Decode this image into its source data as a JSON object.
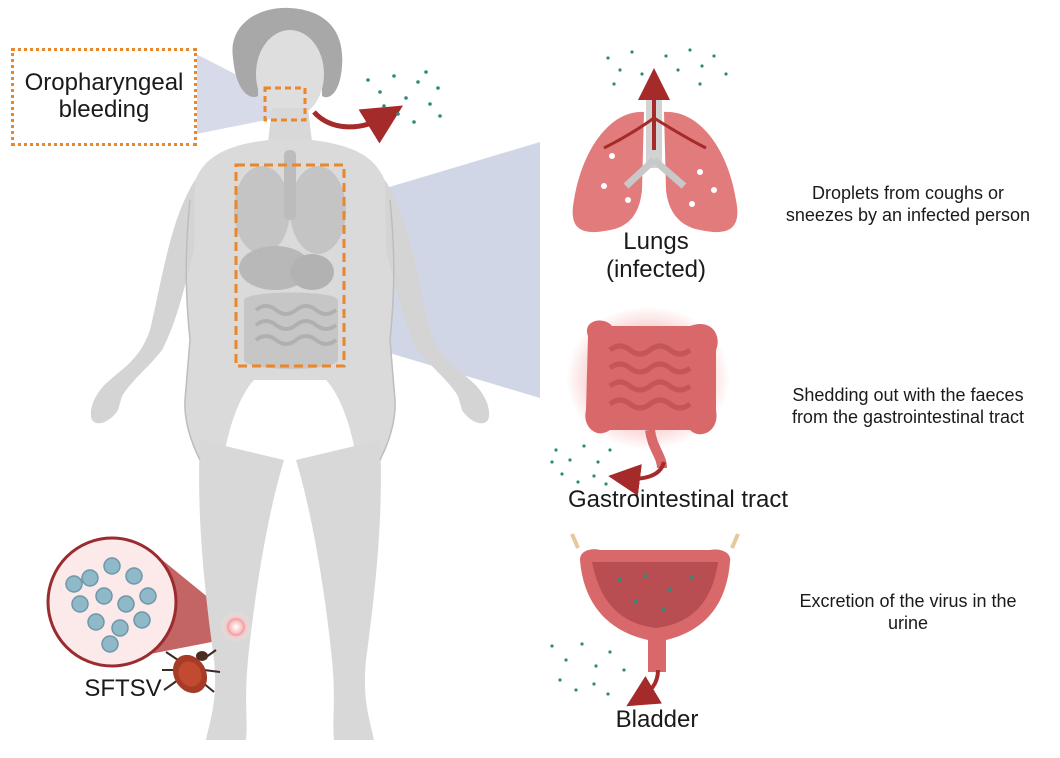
{
  "callout": {
    "line1": "Oropharyngeal",
    "line2": "bleeding"
  },
  "organs": [
    {
      "id": "lungs",
      "label_line1": "Lungs",
      "label_line2": "(infected)",
      "desc_line1": "Droplets from coughs or",
      "desc_line2": "sneezes by an infected person"
    },
    {
      "id": "gi",
      "label_line1": "Gastrointestinal tract",
      "desc_line1": "Shedding out with the faeces",
      "desc_line2": "from the gastrointestinal tract"
    },
    {
      "id": "bladder",
      "label_line1": "Bladder",
      "desc_line1": "Excretion of the virus in the",
      "desc_line2": "urine"
    }
  ],
  "virus_label": "SFTSV",
  "icons": [
    "human-body-figure",
    "lungs-icon",
    "intestine-icon",
    "bladder-icon",
    "tick-icon",
    "virus-particles-icon",
    "droplets-icon",
    "arrow-icon"
  ],
  "colors": {
    "callout_border": "#e8872b",
    "arrow": "#a52a2a",
    "droplet": "#2f8a7d",
    "body": "#d6d6d6",
    "zoom_wedge": "#c6cce0",
    "organ_red": "#e3787a",
    "virus": "#8fb8c8"
  }
}
